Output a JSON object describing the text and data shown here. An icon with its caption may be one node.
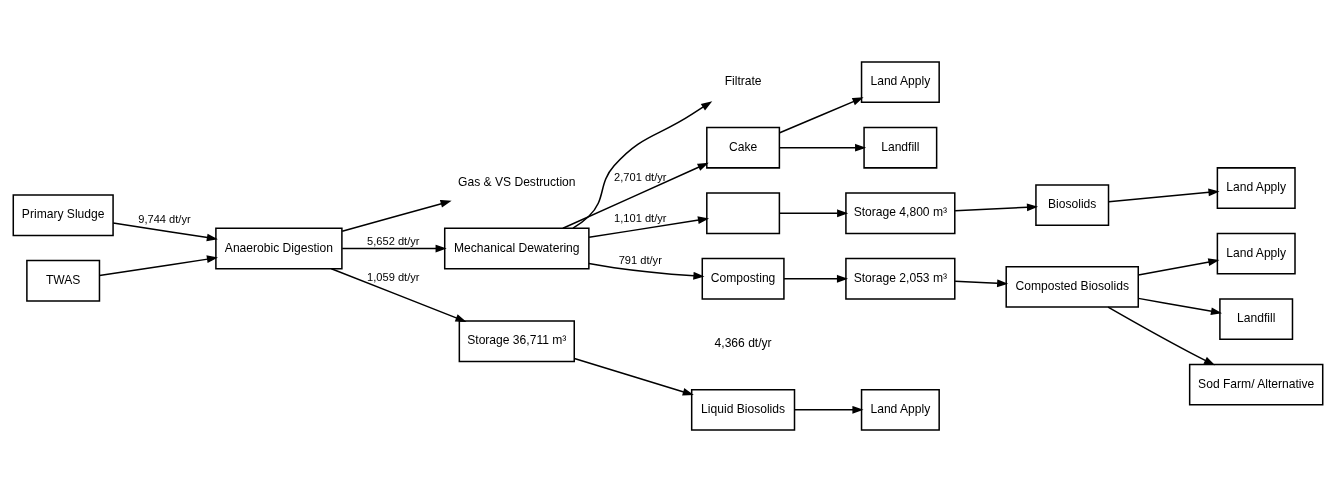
{
  "diagram": {
    "nodes": [
      {
        "text": [
          "Primary Sludge"
        ]
      },
      {
        "text": [
          "TWAS"
        ]
      },
      {
        "text": [
          "Anaerobic Digestion"
        ]
      },
      {
        "text": [
          "Gas & VS Destruction"
        ]
      },
      {
        "text": [
          "Mechanical Dewatering"
        ]
      },
      {
        "text": [
          "Filtrate"
        ]
      },
      {
        "text": [
          "Storage 36,711 m³"
        ]
      },
      {
        "text": [
          "Liquid Biosolids"
        ]
      },
      {
        "text": [
          "Land Apply"
        ]
      },
      {
        "text": [
          "Cake"
        ]
      },
      {
        "text": [
          "Land Apply"
        ]
      },
      {
        "text": [
          "Landfill"
        ]
      },
      {
        "text": [],
        "shape": "box"
      },
      {
        "text": [
          "Storage 4,800 m³"
        ]
      },
      {
        "text": [
          "Biosolids"
        ]
      },
      {
        "text": [
          "Land Apply"
        ]
      },
      {
        "text": [
          "Composting"
        ]
      },
      {
        "text": [
          "Storage 2,053 m³"
        ]
      },
      {
        "text": [
          "Composted Biosolids"
        ]
      },
      {
        "text": [
          "Land Apply"
        ]
      },
      {
        "text": [
          "Landfill"
        ]
      },
      {
        "text": [
          "Sod Farm/ Alternative"
        ]
      }
    ],
    "edges": [
      {
        "from": 0,
        "to": 2,
        "arrow": "to",
        "label": "9,744 dt/yr"
      },
      {
        "from": 1,
        "to": 2,
        "arrow": "to"
      },
      {
        "from": 2,
        "to": 3,
        "arrow": "to"
      },
      {
        "from": 2,
        "to": 4,
        "arrow": "to",
        "label": "5,652 dt/yr"
      },
      {
        "from": 2,
        "to": 6,
        "arrow": "to",
        "label": "1,059 dt/yr"
      },
      {
        "from": 4,
        "to": 5,
        "arrow": "to"
      },
      {
        "from": 4,
        "to": 9,
        "arrow": "to",
        "label": "2,701 dt/yr"
      },
      {
        "from": 4,
        "to": 12,
        "arrow": "to",
        "label": "1,101 dt/yr"
      },
      {
        "from": 4,
        "to": 16,
        "arrow": "to",
        "label": "791 dt/yr"
      },
      {
        "from": 6,
        "to": 7,
        "arrow": "to"
      },
      {
        "from": 7,
        "to": 8,
        "arrow": "to"
      },
      {
        "from": 9,
        "to": 10,
        "arrow": "to"
      },
      {
        "from": 9,
        "to": 11,
        "arrow": "to"
      },
      {
        "from": 12,
        "to": 13,
        "arrow": "to"
      },
      {
        "from": 13,
        "to": 14,
        "arrow": "to"
      },
      {
        "from": 14,
        "to": 15,
        "arrow": "to"
      },
      {
        "from": 16,
        "to": 17,
        "arrow": "to"
      },
      {
        "from": 17,
        "to": 18,
        "arrow": "to"
      },
      {
        "from": 18,
        "to": 19,
        "arrow": "to"
      },
      {
        "from": 18,
        "to": 20,
        "arrow": "to"
      },
      {
        "from": 18,
        "to": 21,
        "arrow": "to"
      }
    ],
    "labels": [
      "4,366 dt/yr"
    ]
  }
}
